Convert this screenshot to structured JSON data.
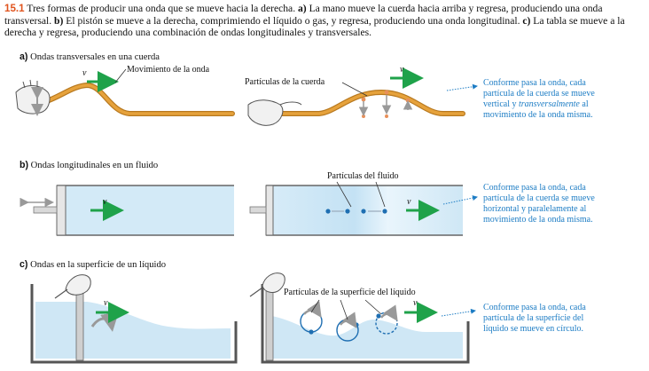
{
  "caption": {
    "number": "15.1",
    "intro": " Tres formas de producir una onda que se mueve hacia la derecha. ",
    "a_label": "a)",
    "a_text": " La mano mueve la cuerda hacia arriba y regresa, produciendo una onda transversal. ",
    "b_label": "b)",
    "b_text": " El pistón se mueve a la derecha, comprimiendo el líquido o gas, y regresa, produciendo una onda longitudinal. ",
    "c_label": "c)",
    "c_text": " La tabla se mueve a la derecha y regresa, produciendo una combinación de ondas longitudinales y transversales."
  },
  "panel_a": {
    "letter": "a)",
    "title": " Ondas transversales en una cuerda",
    "velocity": "v",
    "motion_label": "Movimiento de la onda",
    "particles_label": "Partículas de la cuerda",
    "note_line1": "Conforme pasa la onda, cada",
    "note_line2": "partícula de la cuerda se mueve",
    "note_line3_pre": "vertical y ",
    "note_line3_em": "transversalmente",
    "note_line3_post": " al",
    "note_line4": "movimiento de la onda misma."
  },
  "panel_b": {
    "letter": "b)",
    "title": " Ondas longitudinales en un fluido",
    "velocity": "v",
    "particles_label": "Partículas del fluido",
    "note_lines": [
      "Conforme pasa la onda, cada",
      "partícula de la cuerda se mueve",
      "horizontal y paralelamente al",
      "movimiento de la onda misma."
    ]
  },
  "panel_c": {
    "letter": "c)",
    "title": " Ondas en la superficie de un líquido",
    "velocity": "v",
    "particles_label": "Partículas de la superficie del líquido",
    "note_lines": [
      "Conforme pasa la onda, cada",
      "partícula de la superficie del",
      "líquido se mueve en círculo."
    ]
  },
  "colors": {
    "figure_number": "#e0541e",
    "note_text": "#1c7cc4",
    "arrow_green": "#1fa24a",
    "rope": "#e6a23c",
    "fluid": "#cfe7f5",
    "particle_blue": "#1f6fb2"
  }
}
